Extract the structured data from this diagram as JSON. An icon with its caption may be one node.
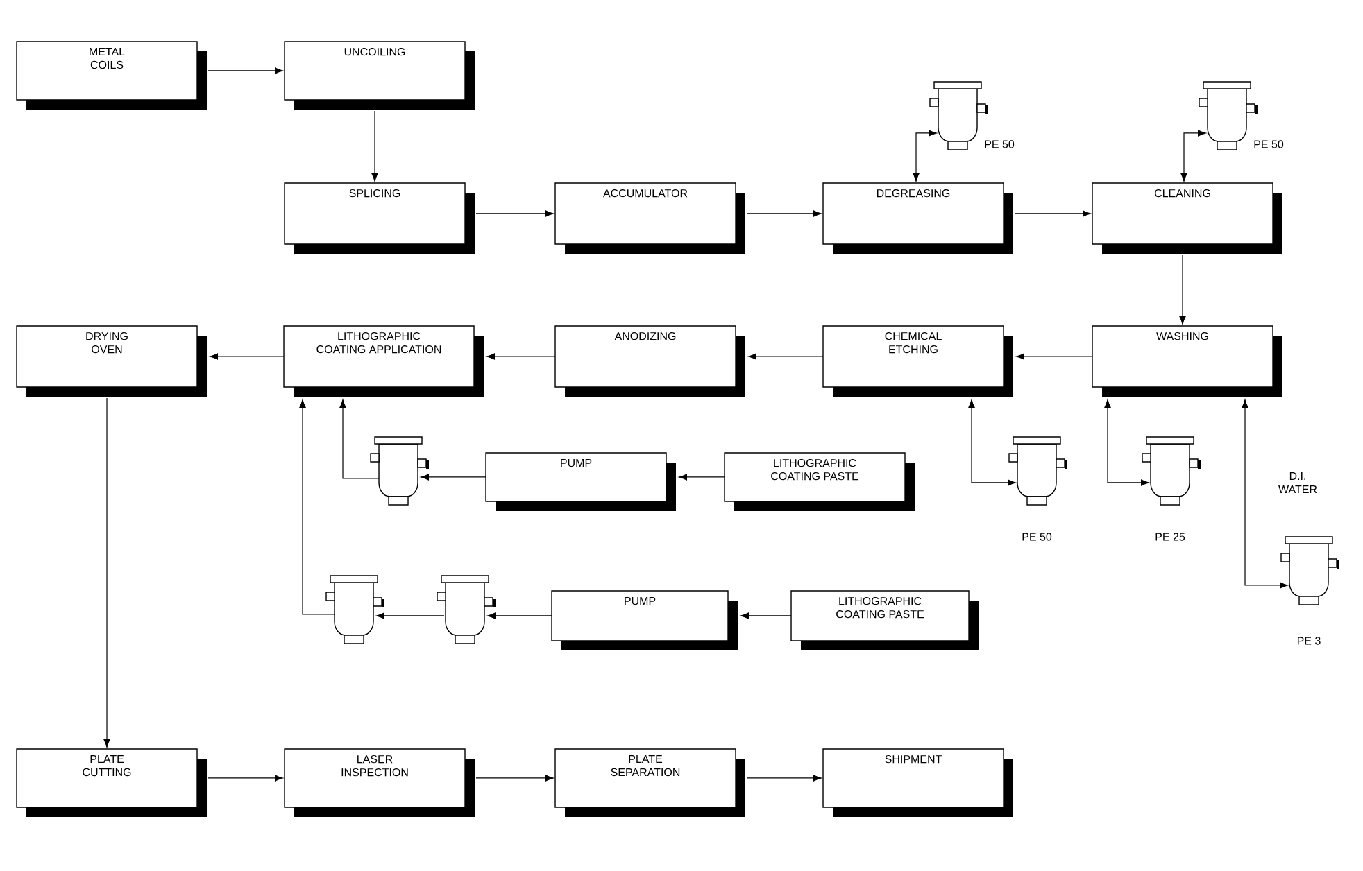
{
  "diagram": {
    "nodes": [
      {
        "text": [
          "METAL COILS"
        ]
      },
      {
        "text": [
          "UNCOILING"
        ]
      },
      {
        "text": [
          "SPLICING"
        ]
      },
      {
        "text": [
          "ACCUMULATOR"
        ]
      },
      {
        "text": [
          "DEGREASING"
        ]
      },
      {
        "text": [
          "CLEANING"
        ]
      },
      {
        "text": [],
        "shape": "cylinder",
        "beside": [
          "PE 50"
        ]
      },
      {
        "text": [],
        "shape": "cylinder",
        "beside": [
          "PE 50"
        ]
      },
      {
        "text": [
          "WASHING"
        ]
      },
      {
        "text": [
          "CHEMICAL ETCHING"
        ]
      },
      {
        "text": [
          "ANODIZING"
        ]
      },
      {
        "text": [
          "LITHOGRAPHIC COATING APPLICATION"
        ]
      },
      {
        "text": [
          "DRYING OVEN"
        ]
      },
      {
        "text": [],
        "shape": "cylinder",
        "beside": [
          "PE 50"
        ]
      },
      {
        "text": [],
        "shape": "cylinder",
        "beside": [
          "PE 25"
        ]
      },
      {
        "text": [],
        "shape": "cylinder",
        "beside": [
          "PE 3"
        ]
      },
      {
        "text": [],
        "shape": "cylinder"
      },
      {
        "text": [
          "PUMP"
        ]
      },
      {
        "text": [
          "LITHOGRAPHIC COATING PASTE"
        ]
      },
      {
        "text": [],
        "shape": "cylinder"
      },
      {
        "text": [],
        "shape": "cylinder"
      },
      {
        "text": [
          "PUMP"
        ]
      },
      {
        "text": [
          "LITHOGRAPHIC COATING PASTE"
        ]
      },
      {
        "text": [
          "PLATE CUTTING"
        ]
      },
      {
        "text": [
          "LASER INSPECTION"
        ]
      },
      {
        "text": [
          "PLATE SEPARATION"
        ]
      },
      {
        "text": [
          "SHIPMENT"
        ]
      }
    ],
    "edges": [
      {
        "from": 0,
        "to": 1,
        "arrow": "to"
      },
      {
        "from": 1,
        "to": 2,
        "arrow": "to"
      },
      {
        "from": 2,
        "to": 3,
        "arrow": "to"
      },
      {
        "from": 3,
        "to": 4,
        "arrow": "to"
      },
      {
        "from": 4,
        "to": 5,
        "arrow": "to"
      },
      {
        "from": 4,
        "to": 6,
        "arrow": "both"
      },
      {
        "from": 5,
        "to": 7,
        "arrow": "both"
      },
      {
        "from": 5,
        "to": 8,
        "arrow": "to"
      },
      {
        "from": 8,
        "to": 9,
        "arrow": "to"
      },
      {
        "from": 9,
        "to": 10,
        "arrow": "to"
      },
      {
        "from": 10,
        "to": 11,
        "arrow": "to"
      },
      {
        "from": 11,
        "to": 12,
        "arrow": "to"
      },
      {
        "from": 9,
        "to": 13,
        "arrow": "both"
      },
      {
        "from": 8,
        "to": 14,
        "arrow": "both"
      },
      {
        "from": 8,
        "to": 15,
        "arrow": "both"
      },
      {
        "from": 18,
        "to": 17,
        "arrow": "to"
      },
      {
        "from": 17,
        "to": 16,
        "arrow": "to"
      },
      {
        "from": 16,
        "to": 11,
        "arrow": "to"
      },
      {
        "from": 22,
        "to": 21,
        "arrow": "to"
      },
      {
        "from": 21,
        "to": 20,
        "arrow": "to"
      },
      {
        "from": 20,
        "to": 19,
        "arrow": "to"
      },
      {
        "from": 19,
        "to": 11,
        "arrow": "to"
      },
      {
        "from": 12,
        "to": 23,
        "arrow": "to"
      },
      {
        "from": 23,
        "to": 24,
        "arrow": "to"
      },
      {
        "from": 24,
        "to": 25,
        "arrow": "to"
      },
      {
        "from": 25,
        "to": 26,
        "arrow": "to"
      }
    ],
    "labels": [
      "D.I. WATER"
    ]
  }
}
